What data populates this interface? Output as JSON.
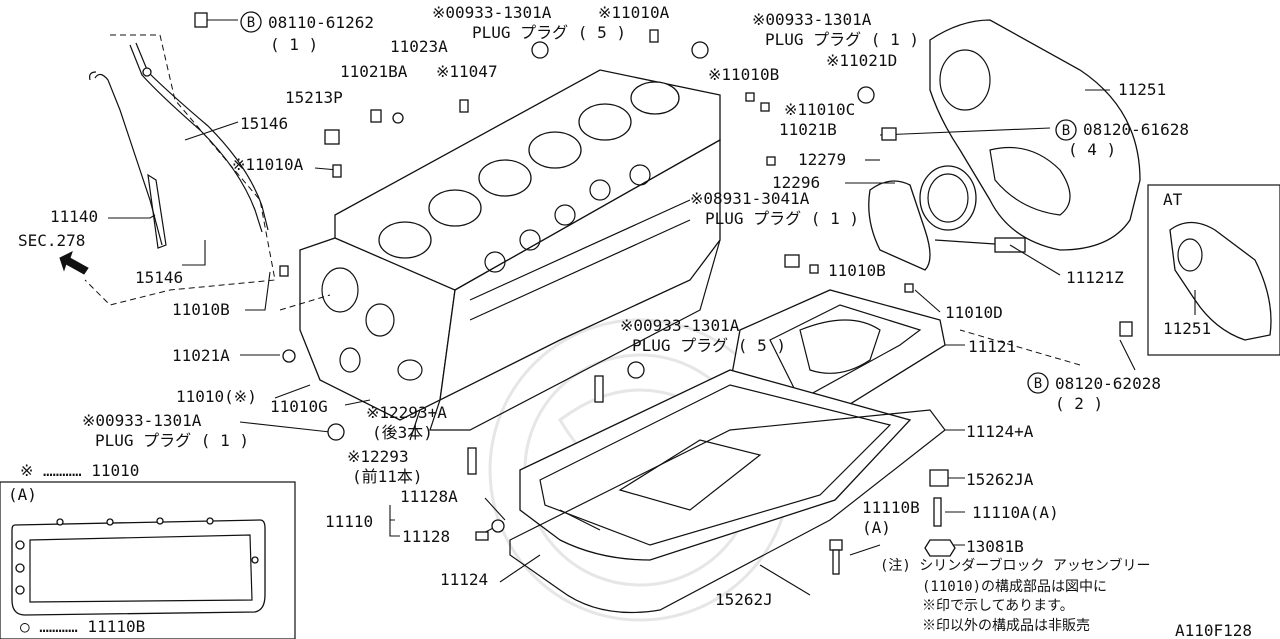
{
  "diagram": {
    "code": "A110F128",
    "labels": {
      "l_08110_61262": "08110-61262",
      "l_08110_qty": "( 1 )",
      "l_plug5_top_a": "※00933-1301A",
      "l_plug5_top_b": "PLUG  プラグ ( 5 )",
      "l_11010A": "※11010A",
      "l_plug1_top_a": "※00933-1301A",
      "l_plug1_top_b": "PLUG  プラグ ( 1 )",
      "l_11023A": "11023A",
      "l_11021BA": "11021BA",
      "l_11047": "※11047",
      "l_11010B_top": "※11010B",
      "l_11021D": "※11021D",
      "l_15213P": "15213P",
      "l_15146_top": "15146",
      "l_11010C": "※11010C",
      "l_11021B": "11021B",
      "l_11010A_left": "※11010A",
      "l_12279": "12279",
      "l_12296": "12296",
      "l_08931_a": "※08931-3041A",
      "l_08931_b": "PLUG  プラグ ( 1 )",
      "l_11140": "11140",
      "l_sec278": "SEC.278",
      "l_15146_bot": "15146",
      "l_11010B_left": "11010B",
      "l_11010B_mid": "11010B",
      "l_11010D": "11010D",
      "l_plug5_mid_a": "※00933-1301A",
      "l_plug5_mid_b": "PLUG  プラグ ( 5 )",
      "l_11021A": "11021A",
      "l_11010note": "11010(※)",
      "l_11010G": "11010G",
      "l_12293A_a": "※12293+A",
      "l_12293A_b": "(後3本)",
      "l_plug1_left_a": "※00933-1301A",
      "l_plug1_left_b": "PLUG  プラグ ( 1 )",
      "l_12293_a": "※12293",
      "l_12293_b": "(前11本)",
      "l_11251": "11251",
      "l_08120_61628": "08120-61628",
      "l_08120_61628_qty": "( 4 )",
      "l_11121Z": "11121Z",
      "l_11121": "11121",
      "l_08120_62028": "08120-62028",
      "l_08120_62028_qty": "( 2 )",
      "l_11124A": "11124+A",
      "l_15262JA": "15262JA",
      "l_11128A": "11128A",
      "l_11110": "11110",
      "l_11128": "11128",
      "l_11110B": "11110B",
      "l_11110B_a": "(A)",
      "l_11110A_A": "11110A(A)",
      "l_13081B": "13081B",
      "l_11124": "11124",
      "l_15262J": "15262J",
      "at_title": "AT",
      "at_part": "11251"
    },
    "bolt_marker": "B",
    "legend": {
      "asterisk_line": "※ ………… 11010",
      "section_a": "(A)",
      "circle_line": "○ ………… 11110B"
    },
    "note": {
      "line1": "(注) シリンダーブロック  アッセンブリー",
      "line2": "(11010)の構成部品は図中に",
      "line3": "※印で示してあります。",
      "line4": "※印以外の構成品は非販売"
    }
  }
}
